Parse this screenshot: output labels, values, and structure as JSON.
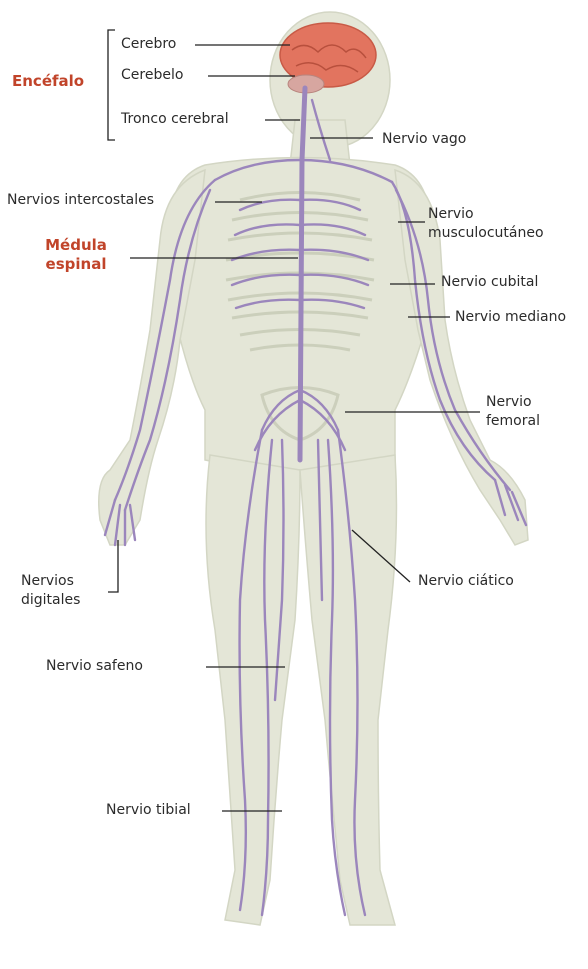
{
  "labels": {
    "encefalo": "Encéfalo",
    "cerebro": "Cerebro",
    "cerebelo": "Cerebelo",
    "tronco": "Tronco cerebral",
    "vago": "Nervio vago",
    "intercostales": "Nervios intercostales",
    "medula_1": "Médula",
    "medula_2": "espinal",
    "musculo_1": "Nervio",
    "musculo_2": "musculocutáneo",
    "cubital": "Nervio cubital",
    "mediano": "Nervio mediano",
    "femoral_1": "Nervio",
    "femoral_2": "femoral",
    "digitales_1": "Nervios",
    "digitales_2": "digitales",
    "ciatico": "Nervio ciático",
    "safeno": "Nervio safeno",
    "tibial": "Nervio tibial"
  },
  "colors": {
    "accent_label": "#c1442a",
    "nerve": "#9b86bc",
    "body_fill": "#e3e5d6",
    "brain": "#e0735e"
  }
}
